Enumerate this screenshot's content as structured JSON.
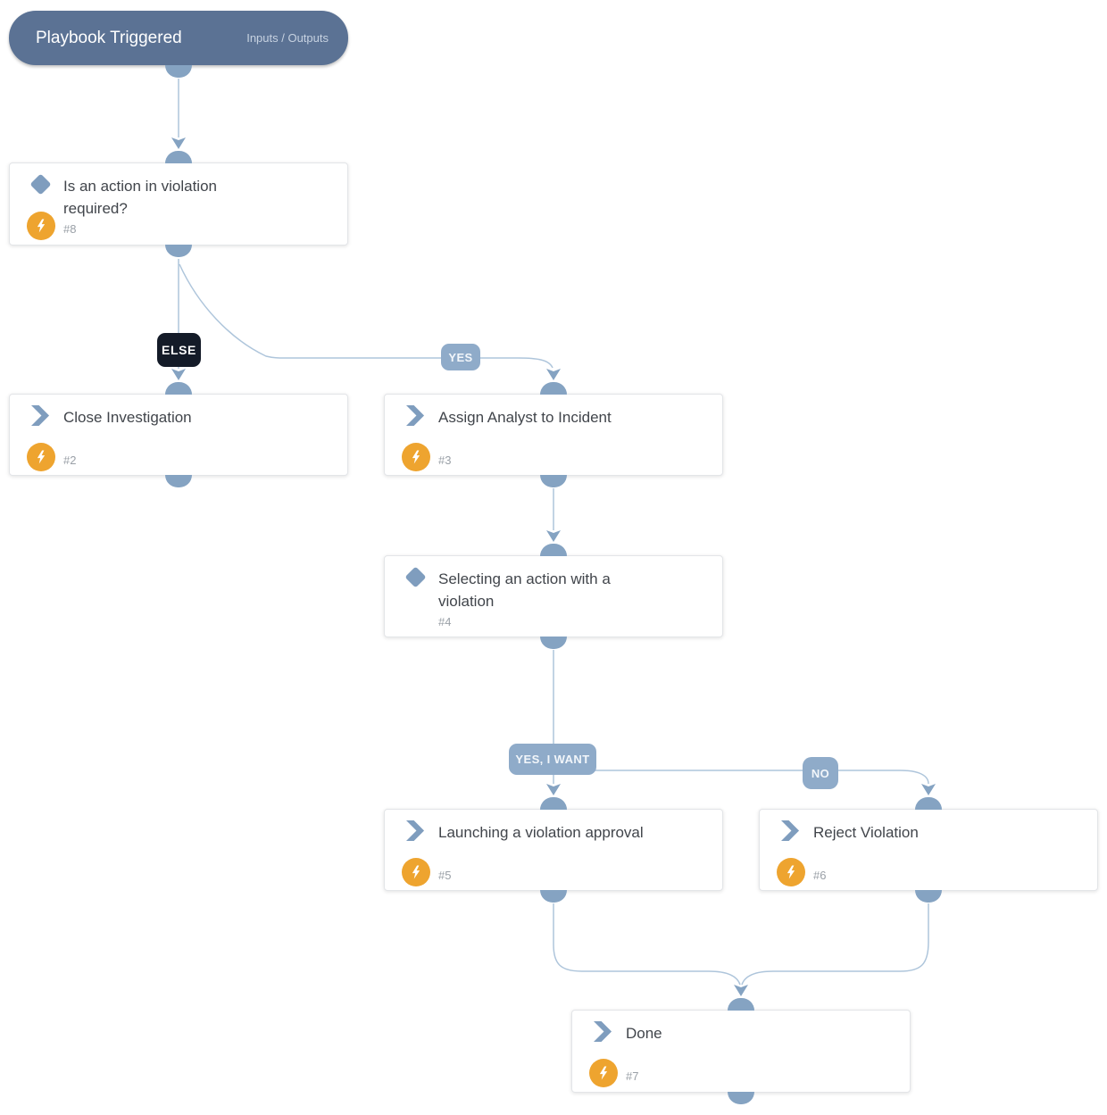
{
  "trigger": {
    "title": "Playbook Triggered",
    "link": "Inputs / Outputs"
  },
  "nodes": [
    {
      "id": "8",
      "type": "condition",
      "title": "Is an action in violation required?",
      "number": "#8",
      "has_automation": true
    },
    {
      "id": "2",
      "type": "task",
      "title": "Close Investigation",
      "number": "#2",
      "has_automation": true
    },
    {
      "id": "3",
      "type": "task",
      "title": "Assign Analyst to Incident",
      "number": "#3",
      "has_automation": true
    },
    {
      "id": "4",
      "type": "condition",
      "title": "Selecting an action with a violation",
      "number": "#4",
      "has_automation": false
    },
    {
      "id": "5",
      "type": "task",
      "title": "Launching a violation approval",
      "number": "#5",
      "has_automation": true
    },
    {
      "id": "6",
      "type": "task",
      "title": "Reject Violation",
      "number": "#6",
      "has_automation": true
    },
    {
      "id": "7",
      "type": "task",
      "title": "Done",
      "number": "#7",
      "has_automation": true
    }
  ],
  "edge_labels": {
    "else": "ELSE",
    "yes": "YES",
    "yes_i_want": "YES, I WANT",
    "no": "NO"
  },
  "colors": {
    "pill": "#5b7294",
    "port": "#85a3c2",
    "edge": "#aec5db",
    "icon": "#7f9dbe",
    "bolt": "#eea42f",
    "badge": "#8fabc9",
    "badge_dark": "#141b28",
    "title_text": "#41454b",
    "muted_text": "#9aa0a7",
    "node_border": "#e3e5e8",
    "background": "#ffffff",
    "pill_link": "#c7d2e1"
  }
}
